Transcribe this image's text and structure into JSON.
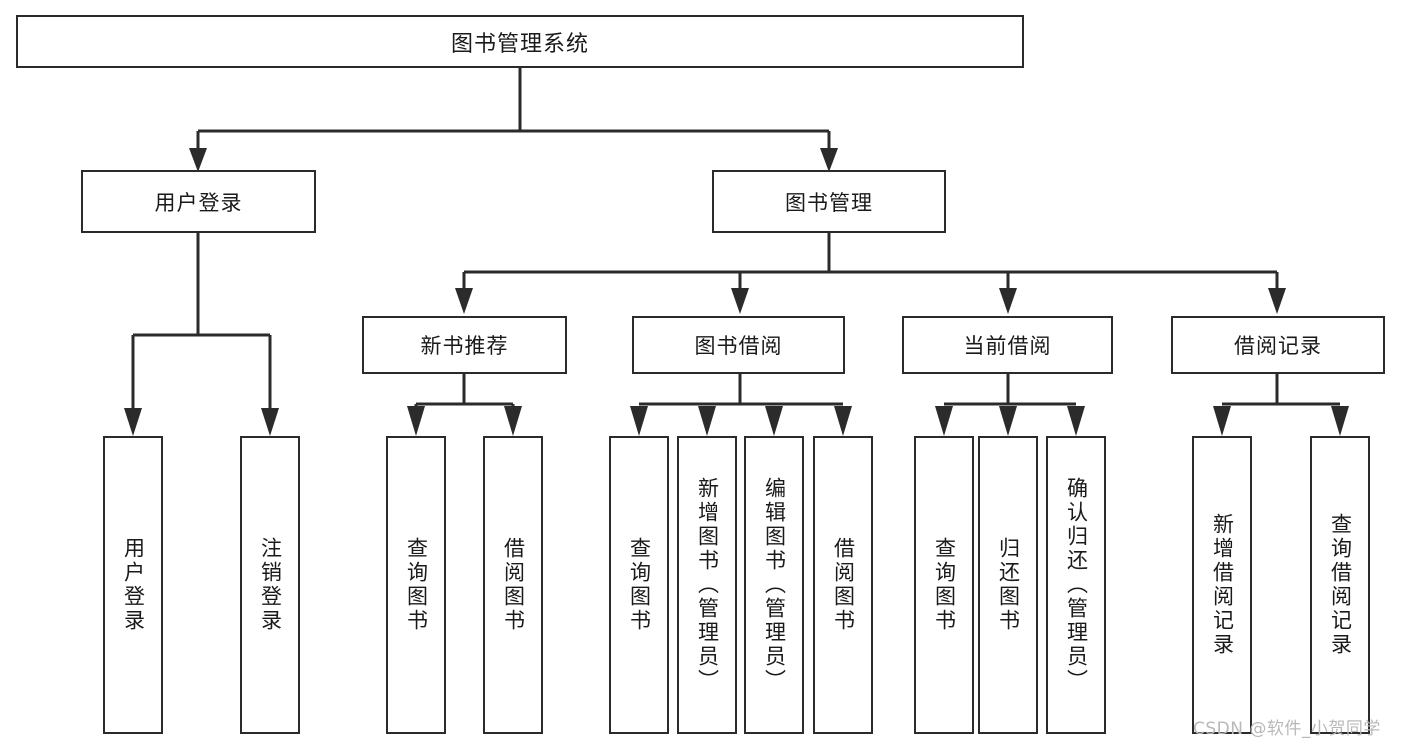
{
  "diagram": {
    "title": "图书管理系统",
    "watermark": "CSDN @软件_小贺同学",
    "line_color": "#2b2b2b",
    "box_fill": "#ffffff",
    "text_color": "#1a1a1a",
    "watermark_color": "#b9b9b9"
  },
  "nodes": {
    "root": {
      "label": "图书管理系统"
    },
    "level2": [
      {
        "label": "用户登录"
      },
      {
        "label": "图书管理"
      }
    ],
    "level3": [
      {
        "label": "新书推荐"
      },
      {
        "label": "图书借阅"
      },
      {
        "label": "当前借阅"
      },
      {
        "label": "借阅记录"
      }
    ],
    "leaves": {
      "user_login": [
        {
          "label": "用户登录"
        },
        {
          "label": "注销登录"
        }
      ],
      "new_book_recommend": [
        {
          "label": "查询图书"
        },
        {
          "label": "借阅图书"
        }
      ],
      "book_borrow": [
        {
          "label": "查询图书"
        },
        {
          "label": "新增图书（管理员）"
        },
        {
          "label": "编辑图书（管理员）"
        },
        {
          "label": "借阅图书"
        }
      ],
      "current_borrow": [
        {
          "label": "查询图书"
        },
        {
          "label": "归还图书"
        },
        {
          "label": "确认归还（管理员）"
        }
      ],
      "borrow_record": [
        {
          "label": "新增借阅记录"
        },
        {
          "label": "查询借阅记录"
        }
      ]
    }
  }
}
